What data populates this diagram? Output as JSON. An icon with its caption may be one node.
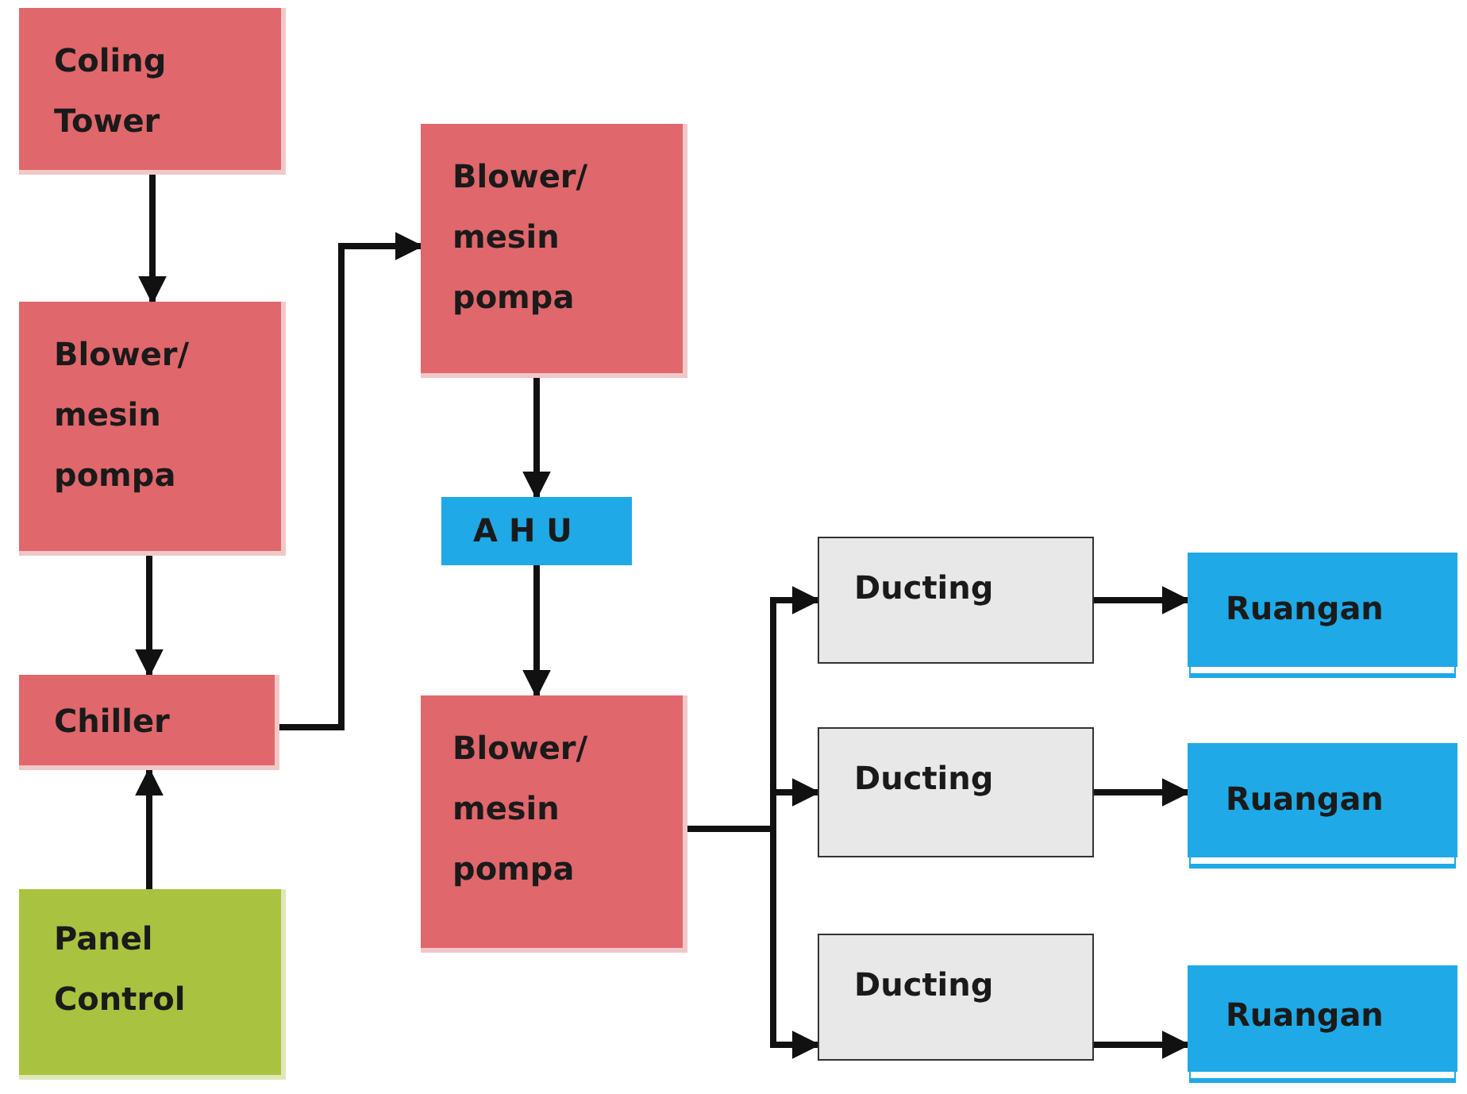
{
  "diagram": {
    "nodes": [
      {
        "text": [
          "Coling Tower"
        ]
      },
      {
        "text": [
          "Blower/ mesin pompa"
        ]
      },
      {
        "text": [
          "Chiller"
        ]
      },
      {
        "text": [
          "Panel Control"
        ]
      },
      {
        "text": [
          "Blower/ mesin pompa"
        ]
      },
      {
        "text": [
          "A H U"
        ]
      },
      {
        "text": [
          "Blower/ mesin pompa"
        ]
      },
      {
        "text": [
          "Ducting"
        ]
      },
      {
        "text": [
          "Ducting"
        ]
      },
      {
        "text": [
          "Ducting"
        ]
      },
      {
        "text": [
          "Ruangan"
        ]
      },
      {
        "text": [
          "Ruangan"
        ]
      },
      {
        "text": [
          "Ruangan"
        ]
      }
    ],
    "edges": [
      {
        "from": 0,
        "to": 1,
        "arrow": "to"
      },
      {
        "from": 1,
        "to": 2,
        "arrow": "to"
      },
      {
        "from": 3,
        "to": 2,
        "arrow": "to"
      },
      {
        "from": 2,
        "to": 4,
        "arrow": "to"
      },
      {
        "from": 4,
        "to": 5,
        "arrow": "to"
      },
      {
        "from": 5,
        "to": 6,
        "arrow": "to"
      },
      {
        "from": 6,
        "to": 7,
        "arrow": "to"
      },
      {
        "from": 6,
        "to": 8,
        "arrow": "to"
      },
      {
        "from": 6,
        "to": 9,
        "arrow": "to"
      },
      {
        "from": 7,
        "to": 10,
        "arrow": "to"
      },
      {
        "from": 8,
        "to": 11,
        "arrow": "to"
      },
      {
        "from": 9,
        "to": 12,
        "arrow": "to"
      }
    ]
  }
}
